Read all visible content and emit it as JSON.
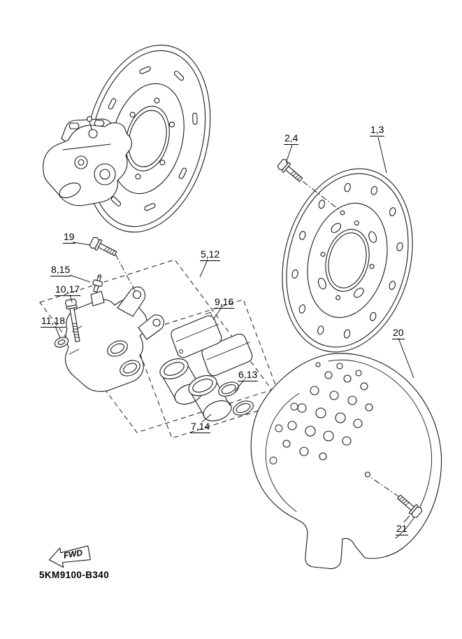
{
  "diagram": {
    "part_code": "5KM9100-B340",
    "fwd_label": "FWD",
    "ink_color": "#1a1a1a",
    "background_color": "#ffffff",
    "callouts": [
      {
        "id": "2-4",
        "label": "2,4"
      },
      {
        "id": "1-3",
        "label": "1,3"
      },
      {
        "id": "19",
        "label": "19"
      },
      {
        "id": "8-15",
        "label": "8,15"
      },
      {
        "id": "10-17",
        "label": "10,17"
      },
      {
        "id": "11-18",
        "label": "11,18"
      },
      {
        "id": "5-12",
        "label": "5,12"
      },
      {
        "id": "9-16",
        "label": "9,16"
      },
      {
        "id": "6-13",
        "label": "6,13"
      },
      {
        "id": "7-14",
        "label": "7,14"
      },
      {
        "id": "20",
        "label": "20"
      },
      {
        "id": "21",
        "label": "21"
      }
    ]
  }
}
